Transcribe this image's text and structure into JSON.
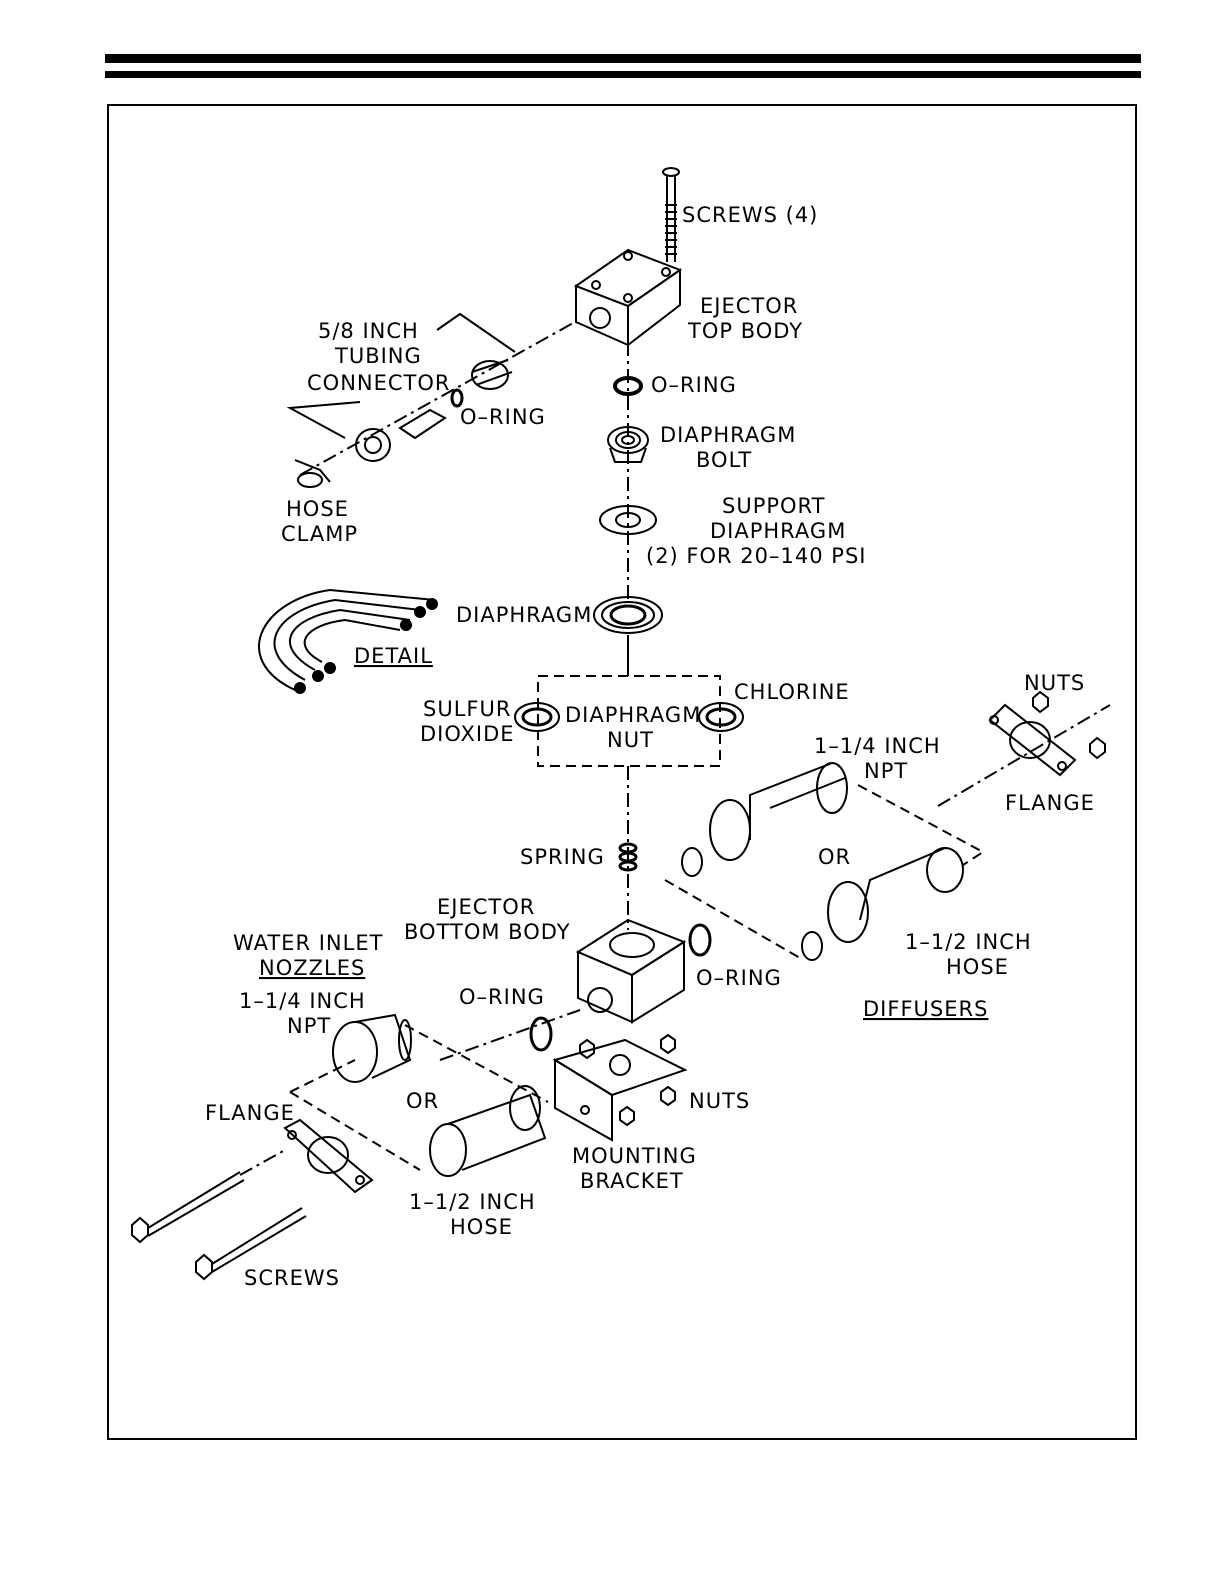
{
  "labels": {
    "screws4": "SCREWS (4)",
    "ejector_top_1": "EJECTOR",
    "ejector_top_2": "TOP BODY",
    "tubing_1": "5/8 INCH",
    "tubing_2": "TUBING",
    "tubing_3": "CONNECTOR",
    "oring_top": "O–RING",
    "oring_tubing": "O–RING",
    "diaphragm_bolt_1": "DIAPHRAGM",
    "diaphragm_bolt_2": "BOLT",
    "hose_clamp_1": "HOSE",
    "hose_clamp_2": "CLAMP",
    "support_1": "SUPPORT",
    "support_2": "DIAPHRAGM",
    "support_3": "(2) FOR 20–140 PSI",
    "diaphragm": "DIAPHRAGM",
    "detail": "DETAIL",
    "sulfur_1": "SULFUR",
    "sulfur_2": "DIOXIDE",
    "dnut_1": "DIAPHRAGM",
    "dnut_2": "NUT",
    "chlorine": "CHLORINE",
    "nuts_right": "NUTS",
    "npt_right_1": "1–1/4 INCH",
    "npt_right_2": "NPT",
    "flange_right": "FLANGE",
    "spring": "SPRING",
    "or_right": "OR",
    "ejector_bottom_1": "EJECTOR",
    "ejector_bottom_2": "BOTTOM BODY",
    "water_inlet_1": "WATER INLET",
    "water_inlet_2": "NOZZLES",
    "oring_bottom_right": "O–RING",
    "hose_right_1": "1–1/2 INCH",
    "hose_right_2": "HOSE",
    "npt_left_1": "1–1/4 INCH",
    "npt_left_2": "NPT",
    "oring_bottom_left": "O–RING",
    "diffusers": "DIFFUSERS",
    "flange_left": "FLANGE",
    "or_left": "OR",
    "nuts_bottom": "NUTS",
    "mounting_1": "MOUNTING",
    "mounting_2": "BRACKET",
    "hose_left_1": "1–1/2 INCH",
    "hose_left_2": "HOSE",
    "screws_left": "SCREWS"
  }
}
